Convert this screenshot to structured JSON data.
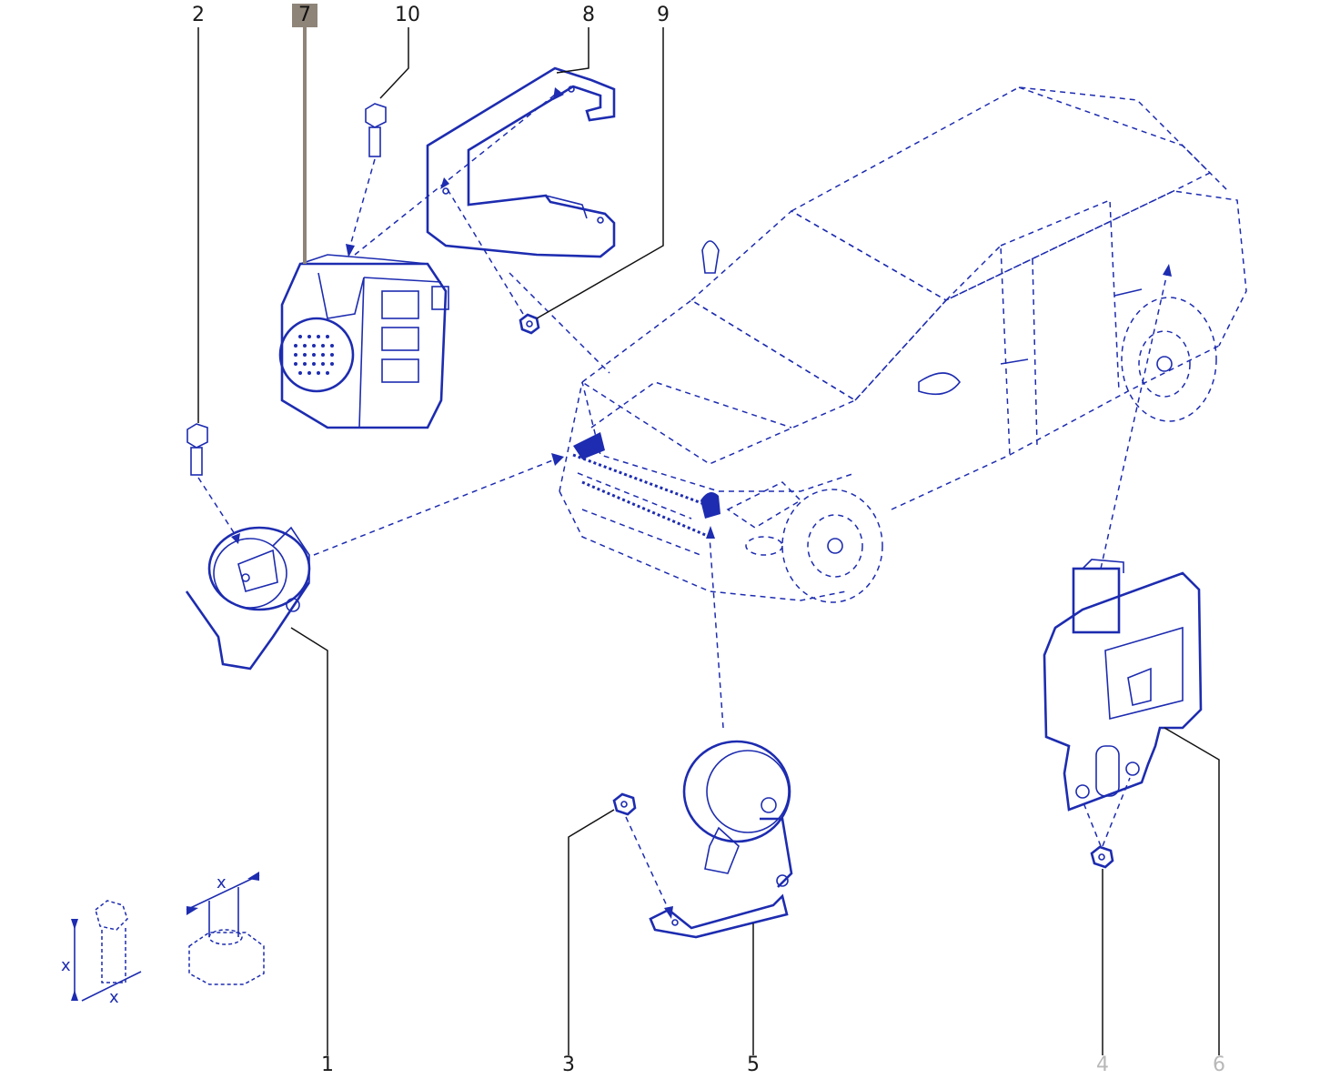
{
  "callouts": [
    {
      "id": "2",
      "label": "2",
      "state": "normal"
    },
    {
      "id": "7",
      "label": "7",
      "state": "highlighted"
    },
    {
      "id": "10",
      "label": "10",
      "state": "normal"
    },
    {
      "id": "8",
      "label": "8",
      "state": "normal"
    },
    {
      "id": "9",
      "label": "9",
      "state": "normal"
    },
    {
      "id": "1",
      "label": "1",
      "state": "normal"
    },
    {
      "id": "3",
      "label": "3",
      "state": "normal"
    },
    {
      "id": "5",
      "label": "5",
      "state": "normal"
    },
    {
      "id": "4",
      "label": "4",
      "state": "dimmed"
    },
    {
      "id": "6",
      "label": "6",
      "state": "dimmed"
    }
  ],
  "dimension_symbol": {
    "label": "x"
  },
  "colors": {
    "line": "#1d2cb0",
    "highlight": "#8e8478",
    "callout_text": "#1a1a1a",
    "callout_dimmed": "#b8b8b8"
  },
  "parts_icons": [
    "alarm-siren-icon",
    "bolt-icon",
    "bracket-icon",
    "nut-icon",
    "horn-icon",
    "control-module-icon",
    "car-outline-icon"
  ]
}
